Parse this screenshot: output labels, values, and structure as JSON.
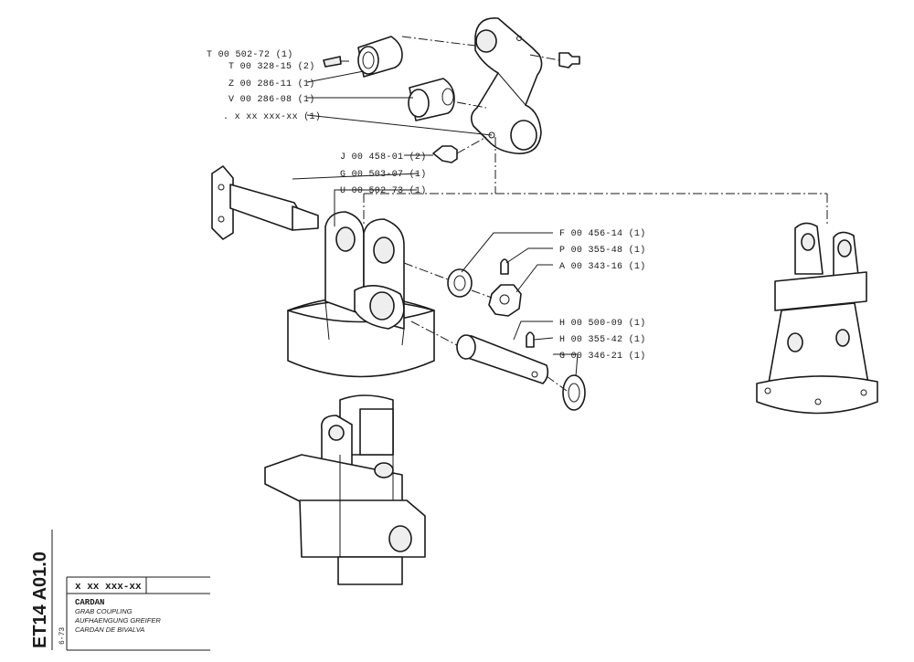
{
  "parts": [
    {
      "code": "T 00 502-72 (1)"
    },
    {
      "code": "T 00 328-15 (2)"
    },
    {
      "code": "Z 00 286-11 (1)"
    },
    {
      "code": "V 00 286-08 (1)"
    },
    {
      "code": ". x xx xxx-xx (1)"
    },
    {
      "code": "J 00 458-01 (2)"
    },
    {
      "code": "G 00 503-07 (1)"
    },
    {
      "code": "U 00 502-73 (1)"
    },
    {
      "code": "F 00 456-14 (1)"
    },
    {
      "code": "P 00 355-48 (1)"
    },
    {
      "code": "A 00 343-16 (1)"
    },
    {
      "code": "H 00 500-09 (1)"
    },
    {
      "code": "H 00 355-42 (1)"
    },
    {
      "code": "G 00 346-21 (1)"
    }
  ],
  "title_block": {
    "sheet_code": "ET14  A01.0",
    "date": "6-73",
    "assembly_number": "x xx xxx-xx",
    "title_main": "CARDAN",
    "title_en": "GRAB COUPLING",
    "title_de": "AUFHAENGUNG GREIFER",
    "title_fr": "CARDAN DE BIVALVA"
  }
}
